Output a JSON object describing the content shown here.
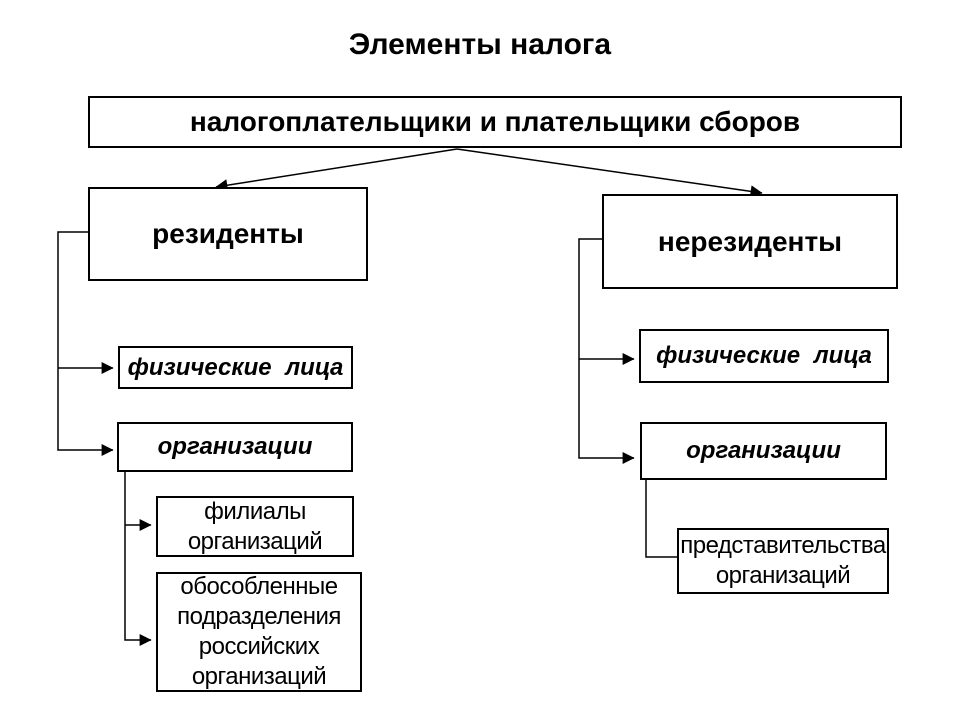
{
  "title": "Элементы налога",
  "tree": {
    "root": "налогоплательщики и плательщики сборов",
    "residents": {
      "label": "резиденты",
      "individuals": "физические лица",
      "organizations": "организации",
      "branches": "филиалы организаций",
      "separate_subdivisions": "обособленные подразделения российских организаций"
    },
    "nonresidents": {
      "label": "нерезиденты",
      "individuals": "физические лица",
      "organizations": "организации",
      "representative_offices": "представительства организаций"
    }
  },
  "colors": {
    "background": "#ffffff",
    "line": "#000000",
    "text": "#000000"
  }
}
